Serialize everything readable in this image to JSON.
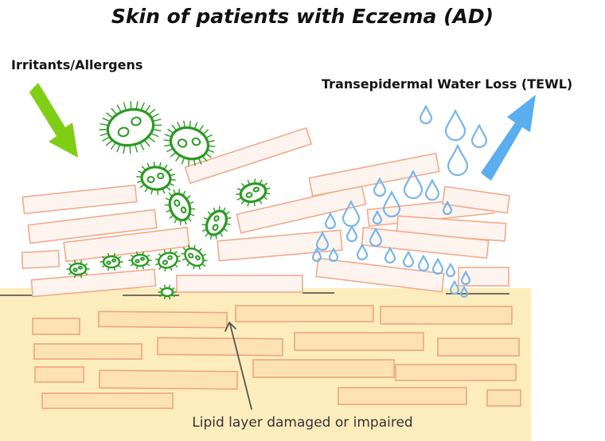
{
  "diagram": {
    "title": "Skin of patients with Eczema (AD)",
    "irritants_label": "Irritants/Allergens",
    "tewl_label": "Transepidermal Water Loss (TEWL)",
    "lipid_label": "Lipid layer damaged or impaired"
  },
  "colors": {
    "lipid_layer": "#fdedbd",
    "skin_cell_outline": "#f3a98a",
    "skin_cell_fill": "#fdf4f0",
    "lipid_brick_outline": "#f0a37c",
    "lipid_brick_fill": "#fde3b3",
    "microbe": "#2a9a22",
    "water_droplet": "#78b6ea",
    "irritant_arrow": "#7fcd15",
    "tewl_arrow": "#5aaeef",
    "skin_line": "#444444",
    "pointer": "#555555"
  },
  "icons": {
    "irritant_arrow": "arrow-down-right-icon",
    "tewl_arrow": "arrow-up-right-icon",
    "microbe": "microbe-icon",
    "water_droplet": "water-drop-icon"
  }
}
